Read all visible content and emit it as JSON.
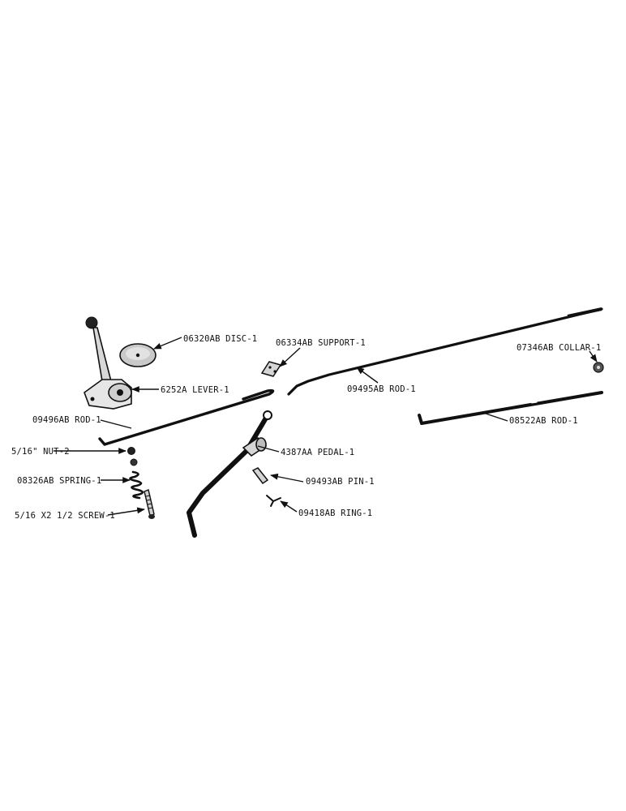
{
  "diagram": {
    "labels": {
      "disc": "06320AB DISC-1",
      "support": "06334AB SUPPORT-1",
      "collar": "07346AB COLLAR-1",
      "lever": "6252A LEVER-1",
      "rod_09495": "09495AB ROD-1",
      "rod_09496": "09496AB ROD-1",
      "rod_08522": "08522AB ROD-1",
      "pedal": "4387AA PEDAL-1",
      "nut": "5/16\" NUT-2",
      "spring": "08326AB SPRING-1",
      "pin": "09493AB PIN-1",
      "screw": "5/16 X2 1/2 SCREW-1",
      "ring": "09418AB RING-1"
    }
  }
}
